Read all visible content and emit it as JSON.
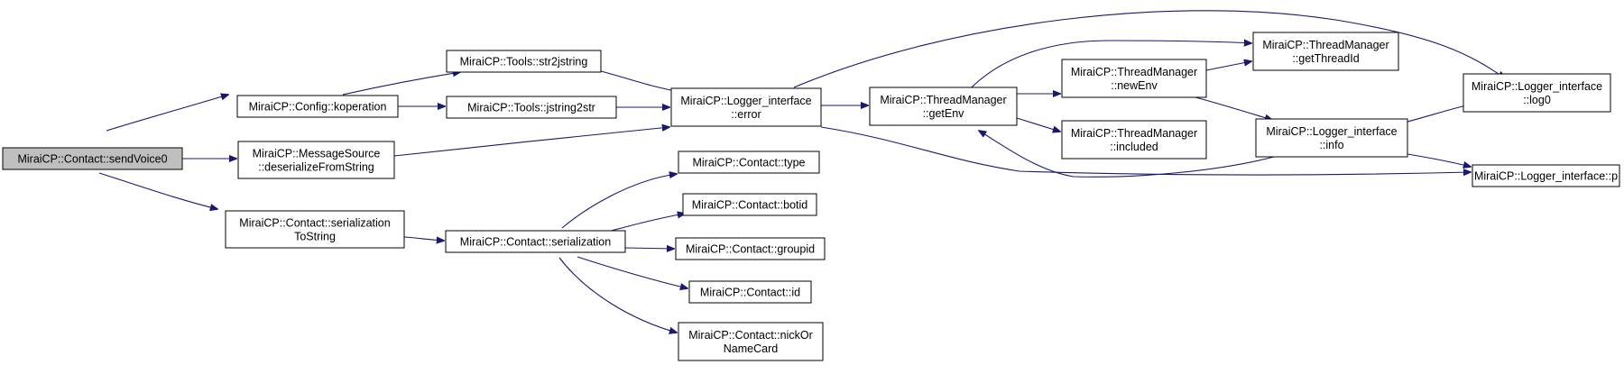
{
  "colors": {
    "edge": "#191970",
    "root_fill": "#bfbfbf",
    "node_fill": "#ffffff",
    "node_border": "#000000"
  },
  "nodes": {
    "sendVoice0": {
      "lines": [
        "MiraiCP::Contact::sendVoice0"
      ]
    },
    "koperation": {
      "lines": [
        "MiraiCP::Config::koperation"
      ]
    },
    "deserializeFromString": {
      "lines": [
        "MiraiCP::MessageSource",
        "::deserializeFromString"
      ]
    },
    "serializationToString": {
      "lines": [
        "MiraiCP::Contact::serialization",
        "ToString"
      ]
    },
    "str2jstring": {
      "lines": [
        "MiraiCP::Tools::str2jstring"
      ]
    },
    "jstring2str": {
      "lines": [
        "MiraiCP::Tools::jstring2str"
      ]
    },
    "error": {
      "lines": [
        "MiraiCP::Logger_interface",
        "::error"
      ]
    },
    "serialization": {
      "lines": [
        "MiraiCP::Contact::serialization"
      ]
    },
    "type": {
      "lines": [
        "MiraiCP::Contact::type"
      ]
    },
    "botid": {
      "lines": [
        "MiraiCP::Contact::botid"
      ]
    },
    "groupid": {
      "lines": [
        "MiraiCP::Contact::groupid"
      ]
    },
    "id": {
      "lines": [
        "MiraiCP::Contact::id"
      ]
    },
    "nickOrNameCard": {
      "lines": [
        "MiraiCP::Contact::nickOr",
        "NameCard"
      ]
    },
    "getEnv": {
      "lines": [
        "MiraiCP::ThreadManager",
        "::getEnv"
      ]
    },
    "newEnv": {
      "lines": [
        "MiraiCP::ThreadManager",
        "::newEnv"
      ]
    },
    "included": {
      "lines": [
        "MiraiCP::ThreadManager",
        "::included"
      ]
    },
    "getThreadId": {
      "lines": [
        "MiraiCP::ThreadManager",
        "::getThreadId"
      ]
    },
    "info": {
      "lines": [
        "MiraiCP::Logger_interface",
        "::info"
      ]
    },
    "log0": {
      "lines": [
        "MiraiCP::Logger_interface",
        "::log0"
      ]
    },
    "p": {
      "lines": [
        "MiraiCP::Logger_interface::p"
      ]
    }
  }
}
